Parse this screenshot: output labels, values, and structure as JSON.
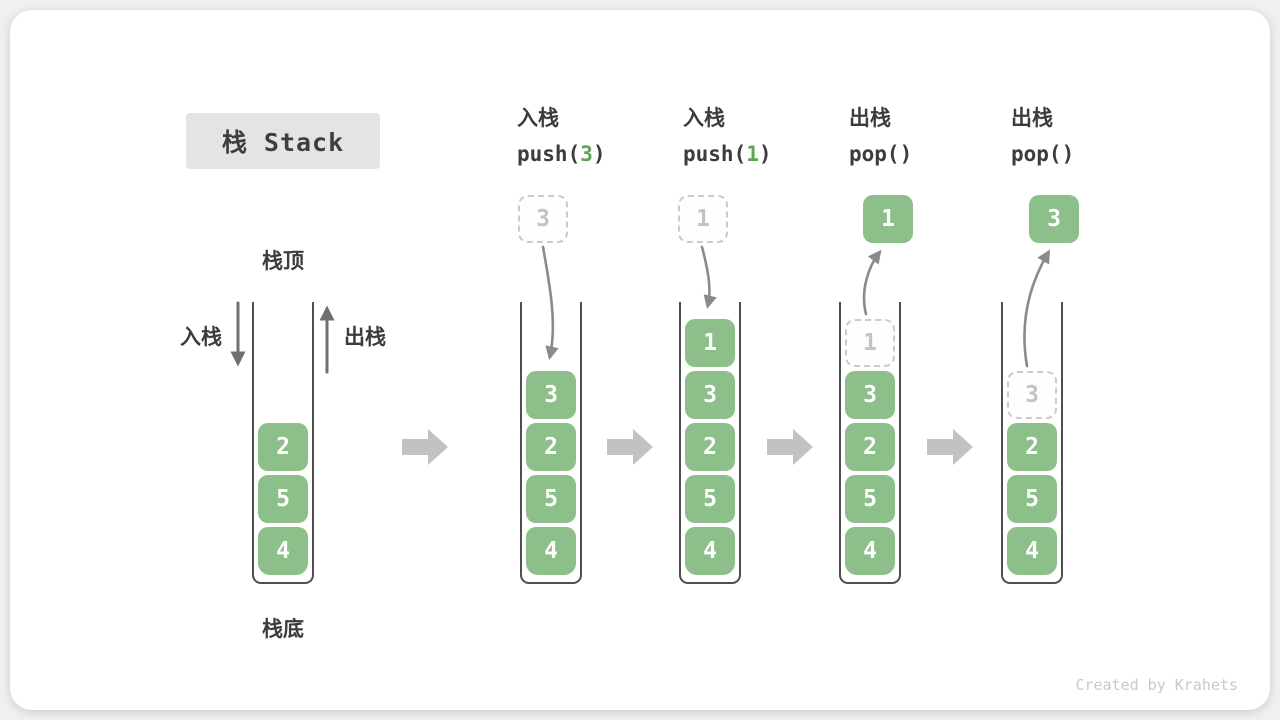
{
  "title": "栈 Stack",
  "side": {
    "stack_top": "栈顶",
    "stack_bottom": "栈底",
    "push": "入栈",
    "pop": "出栈"
  },
  "operations": [
    {
      "name": "入栈",
      "code_pre": "push(",
      "code_arg": "3",
      "code_post": ")"
    },
    {
      "name": "入栈",
      "code_pre": "push(",
      "code_arg": "1",
      "code_post": ")"
    },
    {
      "name": "出栈",
      "code_pre": "pop()",
      "code_arg": "",
      "code_post": ""
    },
    {
      "name": "出栈",
      "code_pre": "pop()",
      "code_arg": "",
      "code_post": ""
    }
  ],
  "floating_values": {
    "push1": "3",
    "push2": "1",
    "pop1": "1",
    "pop2": "3"
  },
  "stacks": {
    "initial": [
      "2",
      "5",
      "4"
    ],
    "after_push3": [
      "3",
      "2",
      "5",
      "4"
    ],
    "after_push1": [
      "1",
      "3",
      "2",
      "5",
      "4"
    ],
    "after_pop1": {
      "ghost": "1",
      "rest": [
        "3",
        "2",
        "5",
        "4"
      ]
    },
    "after_pop2": {
      "ghost": "3",
      "rest": [
        "2",
        "5",
        "4"
      ]
    }
  },
  "icons": {
    "flow_arrow": "➡",
    "push_arrow": "↓",
    "pop_arrow": "↑"
  },
  "colors": {
    "block_green": "#8cbf8a",
    "code_green": "#5ea353",
    "curve_arrow": "#8a8a8a",
    "straight_arrow": "#6f6f6f",
    "flow_arrow": "#c2c2c2",
    "dashed_border": "#cbcbcb",
    "dashed_text": "#c3c3c3",
    "tube_border": "#4f4f4f",
    "text_dark": "#3c3c3c",
    "title_bg": "#e4e4e4",
    "watermark": "#c9c9c9"
  },
  "watermark": "Created by Krahets"
}
